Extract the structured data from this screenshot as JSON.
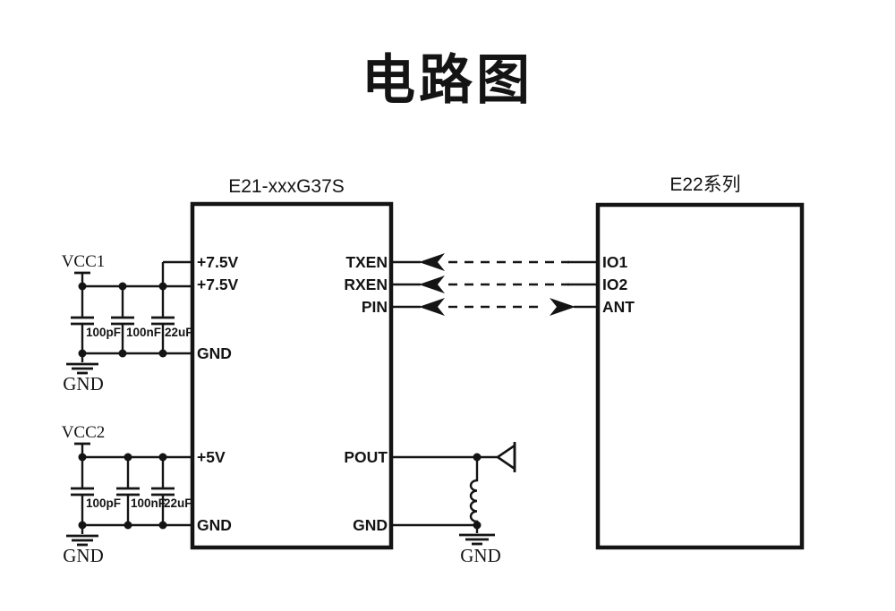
{
  "title": "电路图",
  "colors": {
    "ink": "#141414",
    "background": "#ffffff"
  },
  "left_module": {
    "title": "E21-xxxG37S",
    "pins_left": [
      "+7.5V",
      "+7.5V",
      "GND",
      "+5V",
      "GND"
    ],
    "pins_right": [
      "TXEN",
      "RXEN",
      "PIN",
      "POUT",
      "GND"
    ]
  },
  "right_module": {
    "title": "E22系列",
    "pins_left": [
      "IO1",
      "IO2",
      "ANT"
    ]
  },
  "decoupling_vcc1": {
    "source": "VCC1",
    "cap_labels": [
      "100pF",
      "100nF",
      "22uF"
    ],
    "ground": "GND"
  },
  "decoupling_vcc2": {
    "source": "VCC2",
    "cap_labels": [
      "100pF",
      "100nF",
      "22uF"
    ],
    "ground": "GND"
  },
  "rf_output": {
    "ground": "GND"
  }
}
